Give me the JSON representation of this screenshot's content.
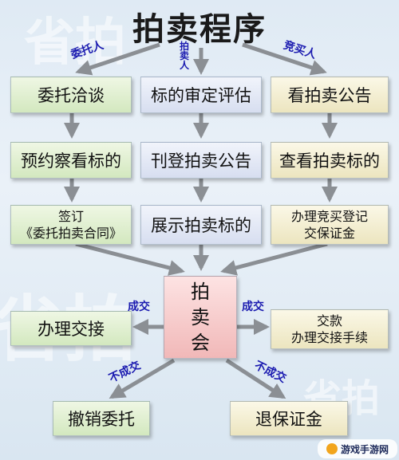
{
  "title": "拍卖程序",
  "parties": {
    "consignor": "委托人",
    "auctioneer": "拍\n卖\n人",
    "buyer": "竞买人"
  },
  "left_column": [
    "委托洽谈",
    "预约察看标的",
    "签订\n《委托拍卖合同》"
  ],
  "middle_column": [
    "标的审定评估",
    "刊登拍卖公告",
    "展示拍卖标的"
  ],
  "right_column": [
    "看拍卖公告",
    "查看拍卖标的",
    "办理竞买登记\n交保证金"
  ],
  "auction": "拍\n卖\n会",
  "success_label_left": "成交",
  "success_label_right": "成交",
  "fail_label_left": "不成交",
  "fail_label_right": "不成交",
  "outcomes": {
    "handover": "办理交接",
    "payment": "交款\n办理交接手续",
    "revoke": "撤销委托",
    "refund": "退保证金"
  },
  "watermark": {
    "text": "省拍",
    "logo": "游戏手游网"
  },
  "colors": {
    "arrow": "#8b8f94",
    "label": "#1b1bb0",
    "green_box": "#d3e8bf",
    "blue_box": "#d7def0",
    "beige_box": "#ece5bf",
    "pink_box": "#f1b8b8"
  }
}
